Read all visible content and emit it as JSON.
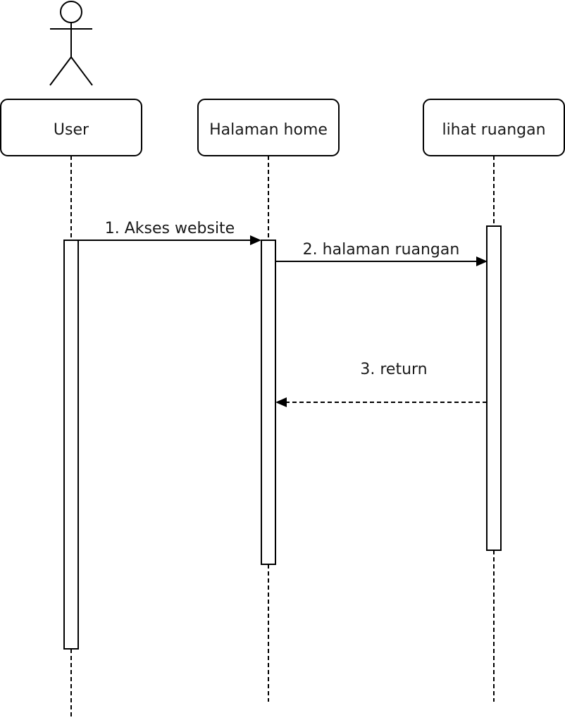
{
  "diagram": {
    "type": "uml-sequence-diagram",
    "actor": {
      "icon": "stick-figure-icon",
      "label": "User"
    },
    "lifelines": [
      {
        "id": "user",
        "label": "User"
      },
      {
        "id": "home",
        "label": "Halaman home"
      },
      {
        "id": "ruangan",
        "label": "lihat ruangan"
      }
    ],
    "messages": [
      {
        "label": "1. Akses website",
        "from": "user",
        "to": "home",
        "style": "solid"
      },
      {
        "label": "2. halaman ruangan",
        "from": "home",
        "to": "ruangan",
        "style": "solid"
      },
      {
        "label": "3. return",
        "from": "ruangan",
        "to": "home",
        "style": "dashed"
      }
    ]
  }
}
